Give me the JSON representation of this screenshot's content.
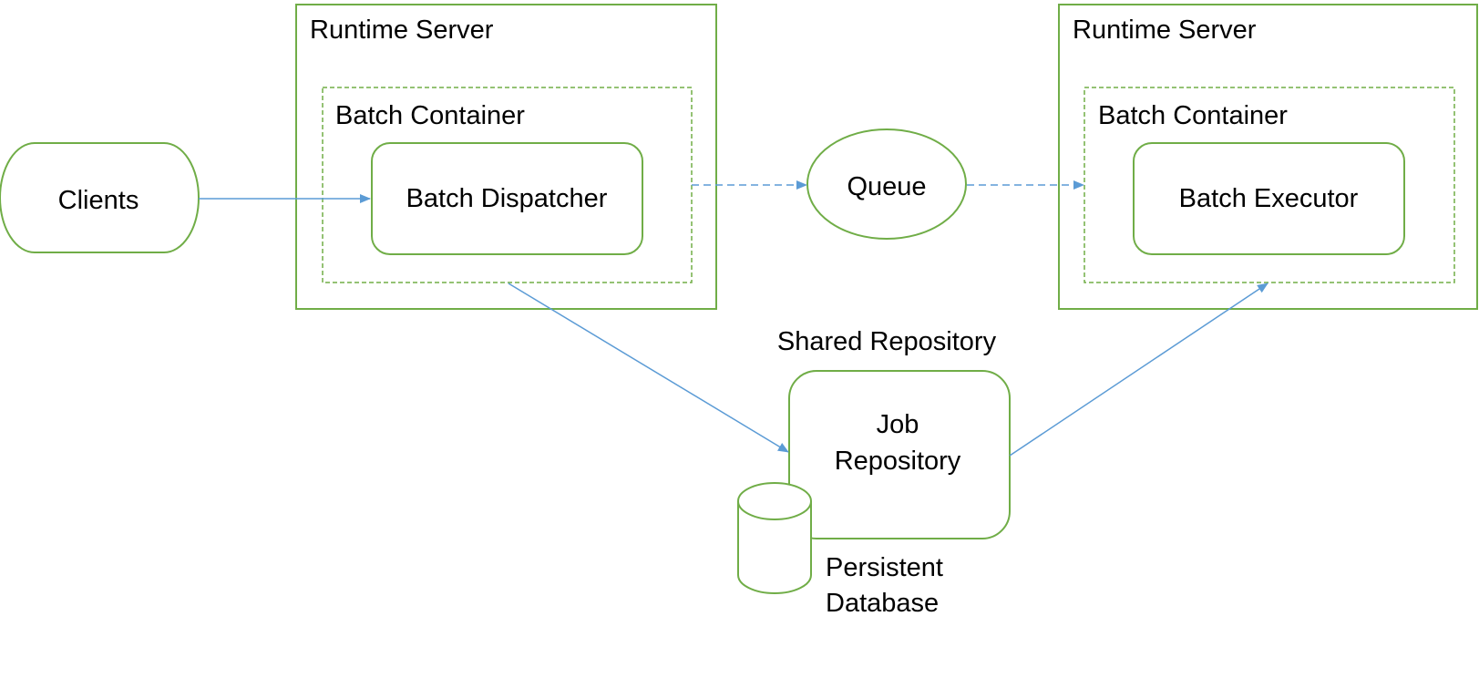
{
  "colors": {
    "node_stroke": "#70ad47",
    "arrow": "#5b9bd5",
    "text": "#000000",
    "background": "#ffffff"
  },
  "servers": [
    {
      "title": "Runtime Server",
      "container_title": "Batch Container",
      "component": "Batch Dispatcher"
    },
    {
      "title": "Runtime Server",
      "container_title": "Batch Container",
      "component": "Batch Executor"
    }
  ],
  "clients": {
    "label": "Clients"
  },
  "queue": {
    "label": "Queue"
  },
  "repository": {
    "group_label": "Shared Repository",
    "name_lines": [
      "Job",
      "Repository"
    ]
  },
  "database": {
    "label_lines": [
      "Persistent",
      "Database"
    ]
  },
  "connections": [
    {
      "from": "Clients",
      "to": "Batch Dispatcher",
      "style": "solid"
    },
    {
      "from": "Batch Container",
      "to": "Queue",
      "style": "dashed"
    },
    {
      "from": "Queue",
      "to": "Batch Container",
      "style": "dashed"
    },
    {
      "from": "Batch Container",
      "to": "Job Repository",
      "style": "solid"
    },
    {
      "from": "Job Repository",
      "to": "Batch Container",
      "style": "solid"
    }
  ]
}
